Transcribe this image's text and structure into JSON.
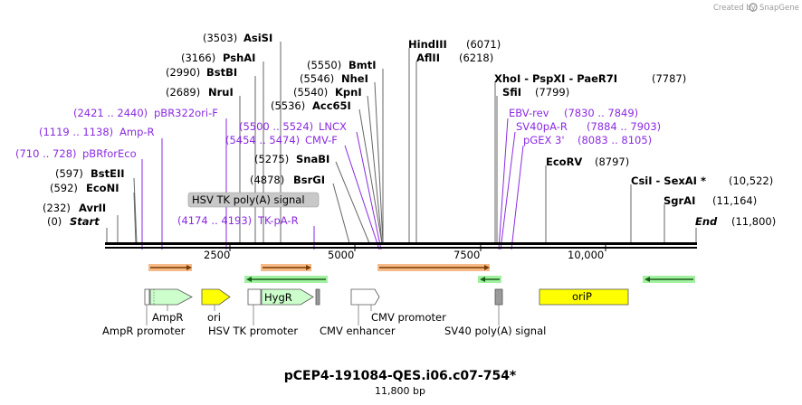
{
  "credit": {
    "text": "Created by",
    "brand": "SnapGene"
  },
  "map": {
    "title": "pCEP4-191084-QES.i06.c07-754*",
    "length_label": "11,800 bp",
    "length_bp": 11800,
    "ticks": [
      "2500",
      "5000",
      "7500",
      "10,000"
    ],
    "start_label": "Start",
    "start_pos": "(0)",
    "end_label": "End",
    "end_pos": "(11,800)"
  },
  "sites": [
    {
      "id": "avrii",
      "name": "AvrII",
      "pos": "(232)",
      "bp": 232
    },
    {
      "id": "econi",
      "name": "EcoNI",
      "pos": "(592)",
      "bp": 592
    },
    {
      "id": "bsteii",
      "name": "BstEII",
      "pos": "(597)",
      "bp": 597
    },
    {
      "id": "nrui",
      "name": "NruI",
      "pos": "(2689)",
      "bp": 2689
    },
    {
      "id": "bstbi",
      "name": "BstBI",
      "pos": "(2990)",
      "bp": 2990
    },
    {
      "id": "pshai",
      "name": "PshAI",
      "pos": "(3166)",
      "bp": 3166
    },
    {
      "id": "asisi",
      "name": "AsiSI",
      "pos": "(3503)",
      "bp": 3503
    },
    {
      "id": "bsrgi",
      "name": "BsrGI",
      "pos": "(4878)",
      "bp": 4878
    },
    {
      "id": "snabi",
      "name": "SnaBI",
      "pos": "(5275)",
      "bp": 5275
    },
    {
      "id": "acc65i",
      "name": "Acc65I",
      "pos": "(5536)",
      "bp": 5536
    },
    {
      "id": "kpni",
      "name": "KpnI",
      "pos": "(5540)",
      "bp": 5540
    },
    {
      "id": "nhei",
      "name": "NheI",
      "pos": "(5546)",
      "bp": 5546
    },
    {
      "id": "bmti",
      "name": "BmtI",
      "pos": "(5550)",
      "bp": 5550
    },
    {
      "id": "hindiii",
      "name": "HindIII",
      "pos": "(6071)",
      "bp": 6071
    },
    {
      "id": "aflii",
      "name": "AflII",
      "pos": "(6218)",
      "bp": 6218
    },
    {
      "id": "xhoi",
      "name": "XhoI - PspXI - PaeR7I",
      "pos": "(7787)",
      "bp": 7787
    },
    {
      "id": "sfii",
      "name": "SfiI",
      "pos": "(7799)",
      "bp": 7799
    },
    {
      "id": "ecorv",
      "name": "EcoRV",
      "pos": "(8797)",
      "bp": 8797
    },
    {
      "id": "csii",
      "name": "CsiI - SexAI *",
      "pos": "(10,522)",
      "bp": 10522
    },
    {
      "id": "sgrai",
      "name": "SgrAI",
      "pos": "(11,164)",
      "bp": 11164
    }
  ],
  "primers": [
    {
      "id": "pbrforeco",
      "name": "pBRforEco",
      "range": "(710 .. 728)",
      "bp": 719
    },
    {
      "id": "ampr",
      "name": "Amp-R",
      "range": "(1119 .. 1138)",
      "bp": 1128
    },
    {
      "id": "pbr322ori",
      "name": "pBR322ori-F",
      "range": "(2421 .. 2440)",
      "bp": 2430
    },
    {
      "id": "tkpar",
      "name": "TK-pA-R",
      "range": "(4174 .. 4193)",
      "bp": 4183
    },
    {
      "id": "cmvf",
      "name": "CMV-F",
      "range": "(5454 .. 5474)",
      "bp": 5464
    },
    {
      "id": "lncx",
      "name": "LNCX",
      "range": "(5500 .. 5524)",
      "bp": 5512
    },
    {
      "id": "ebvrev",
      "name": "EBV-rev",
      "range": "(7830 .. 7849)",
      "bp": 7839
    },
    {
      "id": "sv40par",
      "name": "SV40pA-R",
      "range": "(7884 .. 7903)",
      "bp": 7893
    },
    {
      "id": "pgex3",
      "name": "pGEX 3'",
      "range": "(8083 .. 8105)",
      "bp": 8094
    }
  ],
  "features": [
    {
      "id": "ampr-promoter",
      "label": "AmpR promoter"
    },
    {
      "id": "ampr",
      "label": "AmpR"
    },
    {
      "id": "ori",
      "label": "ori"
    },
    {
      "id": "hsv-tk-promoter",
      "label": "HSV TK promoter"
    },
    {
      "id": "hygr",
      "label": "HygR"
    },
    {
      "id": "hsv-tk-polya",
      "label": "HSV TK poly(A) signal"
    },
    {
      "id": "cmv-enhancer",
      "label": "CMV enhancer"
    },
    {
      "id": "cmv-promoter",
      "label": "CMV promoter"
    },
    {
      "id": "sv40-polya",
      "label": "SV40 poly(A) signal"
    },
    {
      "id": "orip",
      "label": "oriP"
    }
  ],
  "colors": {
    "primer": "#8a2be2",
    "ampr": "#ccffcc",
    "ori": "#ffff00",
    "orip": "#ffff00",
    "orf_orange": "#f4a460",
    "orf_green": "#90ee90",
    "tag_bg": "#c8c8c8"
  }
}
